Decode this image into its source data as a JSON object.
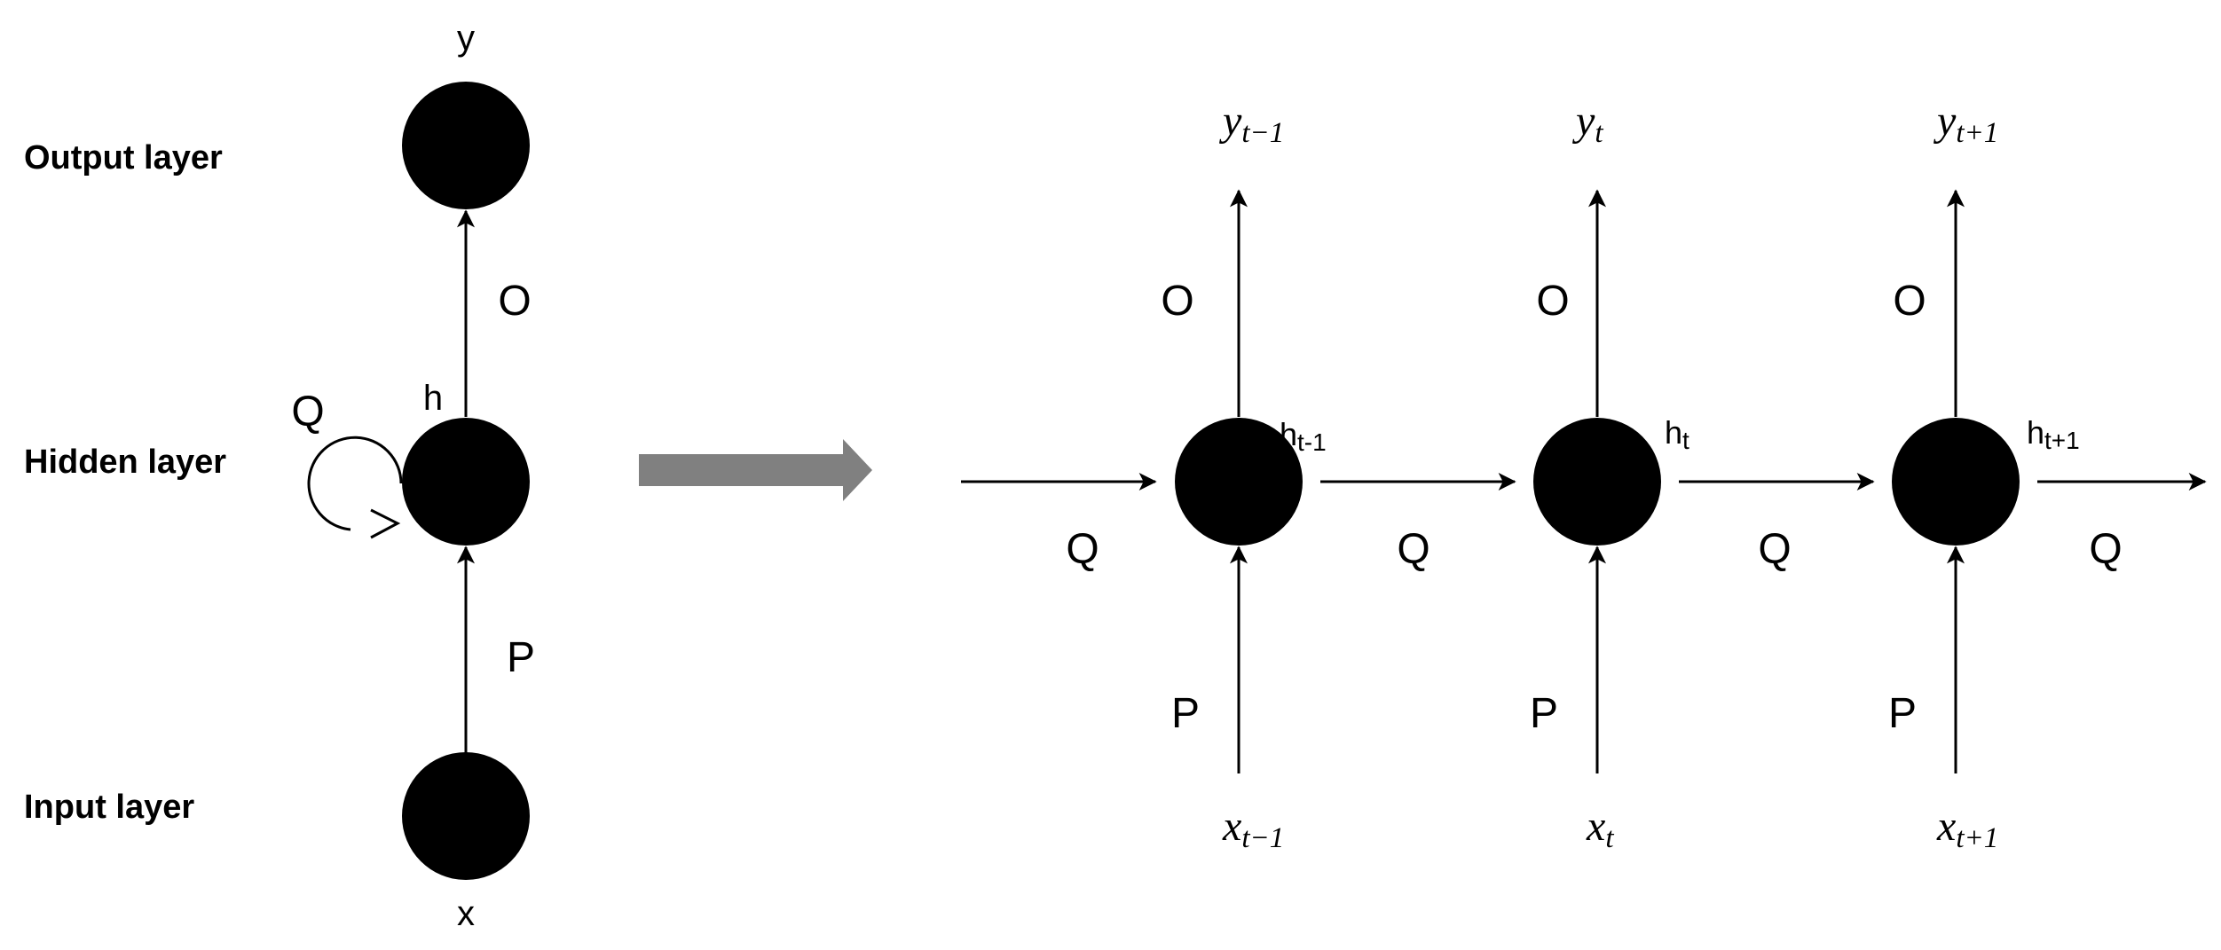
{
  "folded": {
    "layers": {
      "output": "Output layer",
      "hidden": "Hidden layer",
      "input": "Input layer"
    },
    "nodes": {
      "y": "y",
      "h": "h",
      "x": "x"
    },
    "weights": {
      "recurrent": "Q",
      "output": "O",
      "input": "P"
    }
  },
  "colors": {
    "node": "#000000",
    "arrow": "#000000",
    "transition_arrow": "#808080"
  },
  "unrolled": {
    "steps": [
      {
        "y": {
          "base": "y",
          "sub": "t−1"
        },
        "h": {
          "base": "h",
          "sub": "t-1"
        },
        "x": {
          "base": "x",
          "sub": "t−1"
        },
        "o": "O",
        "p": "P",
        "q_in": "Q"
      },
      {
        "y": {
          "base": "y",
          "sub": "t"
        },
        "h": {
          "base": "h",
          "sub": "t"
        },
        "x": {
          "base": "x",
          "sub": "t"
        },
        "o": "O",
        "p": "P",
        "q_in": "Q"
      },
      {
        "y": {
          "base": "y",
          "sub": "t+1"
        },
        "h": {
          "base": "h",
          "sub": "t+1"
        },
        "x": {
          "base": "x",
          "sub": "t+1"
        },
        "o": "O",
        "p": "P",
        "q_in": "Q"
      }
    ],
    "q_out": "Q"
  }
}
